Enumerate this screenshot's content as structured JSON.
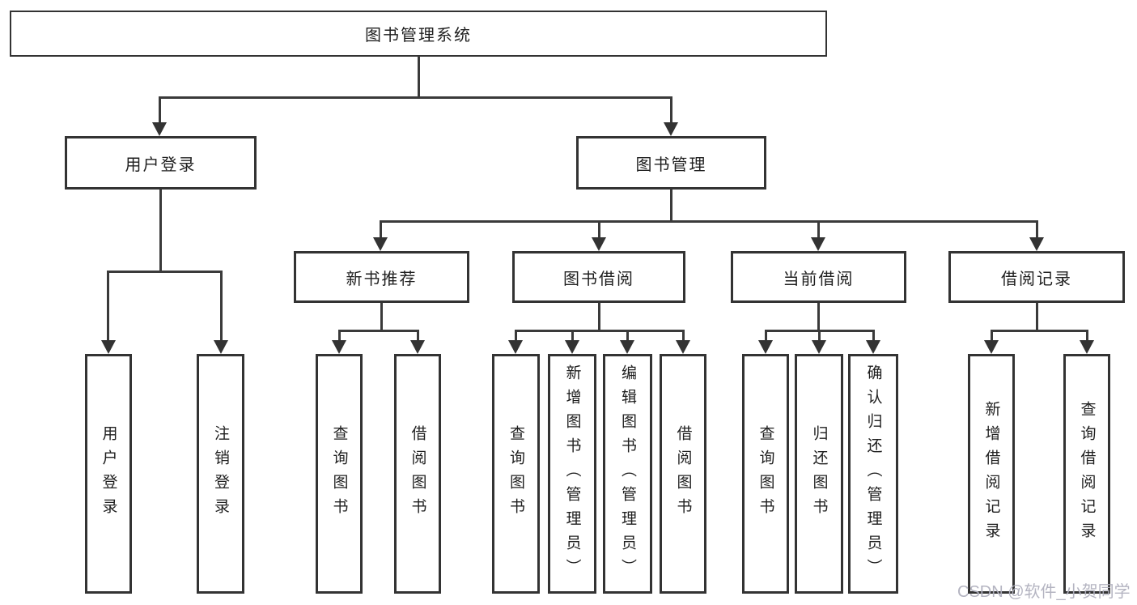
{
  "tree": {
    "label": "图书管理系统",
    "children": [
      {
        "label": "用户登录",
        "children": [
          {
            "label": "用户登录"
          },
          {
            "label": "注销登录"
          }
        ]
      },
      {
        "label": "图书管理",
        "children": [
          {
            "label": "新书推荐",
            "children": [
              {
                "label": "查询图书"
              },
              {
                "label": "借阅图书"
              }
            ]
          },
          {
            "label": "图书借阅",
            "children": [
              {
                "label": "查询图书"
              },
              {
                "label": "新增图书（管理员）"
              },
              {
                "label": "编辑图书（管理员）"
              },
              {
                "label": "借阅图书"
              }
            ]
          },
          {
            "label": "当前借阅",
            "children": [
              {
                "label": "查询图书"
              },
              {
                "label": "归还图书"
              },
              {
                "label": "确认归还（管理员）"
              }
            ]
          },
          {
            "label": "借阅记录",
            "children": [
              {
                "label": "新增借阅记录"
              },
              {
                "label": "查询借阅记录"
              }
            ]
          }
        ]
      }
    ]
  },
  "watermark": {
    "text": "CSDN @软件_小贺同学"
  },
  "colors": {
    "line": "#333333",
    "box_border": "#333333",
    "text": "#1f1f1f",
    "watermark": "#b0b0be",
    "background": "#ffffff"
  }
}
